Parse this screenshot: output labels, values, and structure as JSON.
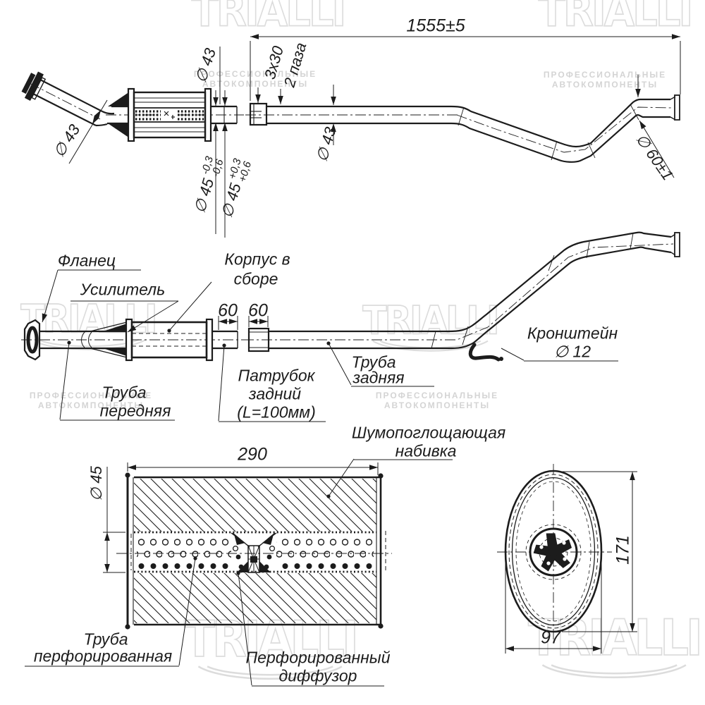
{
  "watermark": {
    "logo": "TRIALLI",
    "tagline1": "ПРОФЕССИОНАЛЬНЫЕ",
    "tagline2": "АВТОКОМПОНЕНТЫ"
  },
  "colors": {
    "line": "#1c1c1c",
    "watermark": "#dcdcdc"
  },
  "view1": {
    "dim_overall": "1555±5",
    "dim_inlet_pipe": "∅ 43",
    "dim_outlet_top": "∅ 43",
    "tol_minus": {
      "base": "∅ 45",
      "upper": "-0,3",
      "lower": "-0,6"
    },
    "tol_plus": {
      "base": "∅ 45",
      "upper": "+0,3",
      "lower": "+0,6"
    },
    "slot_size": "3x30",
    "slot_count": "2 паза",
    "dim_mid_pipe": "∅ 43",
    "dim_tail": "∅ 60±1"
  },
  "view2": {
    "flange": "Фланец",
    "reinforcement": "Усилитель",
    "body1": "Корпус в",
    "body2": "сборе",
    "dim60_left": "60",
    "dim60_right": "60",
    "front_pipe1": "Труба",
    "front_pipe2": "передняя",
    "stub1": "Патрубок",
    "stub2": "задний",
    "stub3": "(L=100мм)",
    "rear_pipe1": "Труба",
    "rear_pipe2": "задняя",
    "bracket1": "Кронштейн",
    "bracket2": "∅ 12"
  },
  "view3": {
    "dim_length": "290",
    "dim_pipe": "∅ 45",
    "padding1": "Шумопоглощающая",
    "padding2": "набивка",
    "perf_pipe1": "Труба",
    "perf_pipe2": "перфорированная",
    "diffuser1": "Перфорированный",
    "diffuser2": "диффузор"
  },
  "view4": {
    "dim_height": "171",
    "dim_width": "97"
  }
}
